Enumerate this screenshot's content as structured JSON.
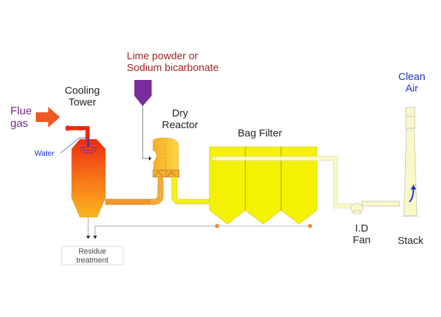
{
  "labels": {
    "flue_gas": [
      "Flue",
      "gas"
    ],
    "cooling_tower": [
      "Cooling",
      "Tower"
    ],
    "water": "Water",
    "lime": [
      "Lime powder or",
      "Sodium bicarbonate"
    ],
    "dry_reactor": [
      "Dry",
      "Reactor"
    ],
    "bag_filter": "Bag Filter",
    "id_fan": [
      "I.D",
      "Fan"
    ],
    "stack": "Stack",
    "clean_air": [
      "Clean",
      "Air"
    ],
    "residue": [
      "Residue",
      "treatment"
    ]
  },
  "colors": {
    "flue_arrow": "#f05a22",
    "cooling_top": "#f03010",
    "cooling_bottom": "#fbb21e",
    "lime_hopper": "#7b2d9b",
    "reactor": "#f9c232",
    "bag_filter": "#f5f200",
    "duct_clean": "#fbf8c8",
    "water_blue": "#1a2fcc",
    "conveyor_dot": "#f08a3a"
  }
}
